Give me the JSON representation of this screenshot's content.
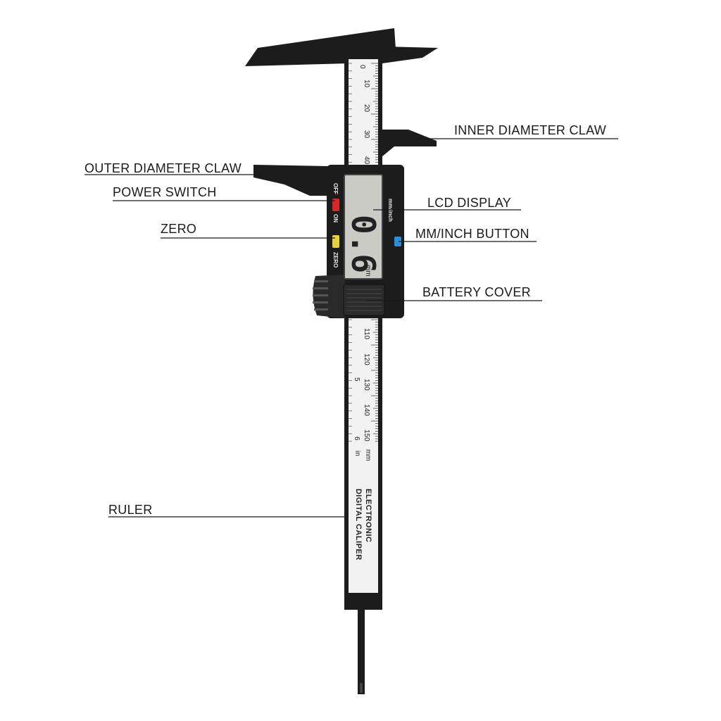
{
  "callouts": {
    "inner_diameter_claw": "INNER DIAMETER CLAW",
    "outer_diameter_claw": "OUTER DIAMETER CLAW",
    "power_switch": "POWER SWITCH",
    "lcd_display": "LCD DISPLAY",
    "zero": "ZERO",
    "mm_inch_button": "MM/INCH BUTTON",
    "battery_cover": "BATTERY COVER",
    "ruler": "RULER"
  },
  "device": {
    "switch_off": "OFF",
    "switch_on": "ON",
    "zero_btn": "ZERO",
    "mm_inch": "mm/inch",
    "lcd_reading": "0.6",
    "lcd_unit": "mm",
    "ruler_text_line1": "ELECTRONIC",
    "ruler_text_line2": "DIGITAL CALIPER",
    "scale_unit_mm": "mm",
    "scale_unit_in": "in",
    "upper_scale": [
      "0",
      "10",
      "20",
      "30",
      "40"
    ],
    "lower_scale": [
      "110",
      "120",
      "130",
      "140",
      "150"
    ],
    "inch_marks": [
      "5",
      "6"
    ]
  },
  "colors": {
    "body": "#1c1c1c",
    "ruler": "#f2f2f2",
    "lcd": "#c9cbc4",
    "off_button": "#d62828",
    "zero_button": "#e8d23a",
    "mm_inch_button": "#2a8fd6"
  }
}
